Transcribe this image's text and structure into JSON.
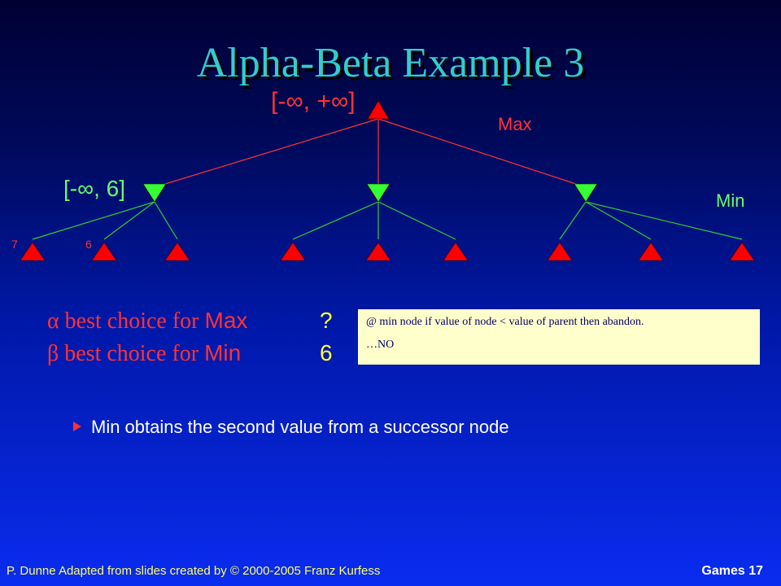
{
  "title": "Alpha-Beta Example 3",
  "tree": {
    "root_interval": "[-∞, +∞]",
    "max_label": "Max",
    "min_interval": "[-∞, 6]",
    "min_label": "Min",
    "leaf_values": [
      "7",
      "6"
    ],
    "colors": {
      "max_edge": "#ff3333",
      "min_edge": "#33cc33",
      "max_node": "#ff0000",
      "min_node": "#33ff33"
    }
  },
  "info": {
    "alpha_symbol": "α",
    "alpha_text": " best choice for ",
    "alpha_player": "Max",
    "alpha_value": "?",
    "beta_symbol": "β",
    "beta_text": " best choice for ",
    "beta_player": "Min",
    "beta_value": "6"
  },
  "note": {
    "line1": "@ min node if value of node  < value of parent then abandon.",
    "line2": "…NO"
  },
  "bullet": "Min obtains the second value from a successor node",
  "footer": {
    "left": "P. Dunne  Adapted from slides created by © 2000-2005 Franz Kurfess",
    "right": "Games  17"
  }
}
